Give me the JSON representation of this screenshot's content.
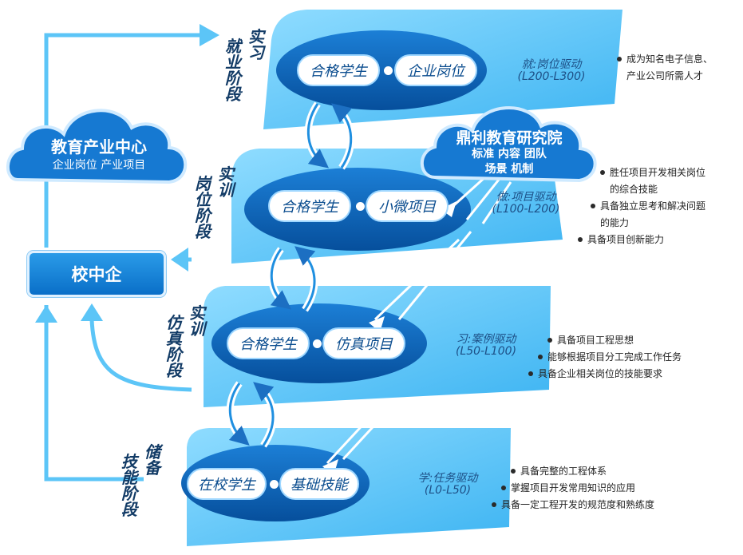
{
  "edu_center": {
    "title": "教育产业中心",
    "subtitle": "企业岗位  产业项目"
  },
  "campus_enterprise": "校中企",
  "institute": {
    "title": "鼎利教育研究院",
    "line1": "标准  内容  团队",
    "line2": "场景  机制"
  },
  "stages": [
    {
      "label_cols": [
        "实习",
        "就业阶段"
      ],
      "left": "合格学生",
      "right": "企业岗位",
      "note1": "就:岗位驱动",
      "note2": "(L200-L300)",
      "bullets": [
        "成为知名电子信息、",
        "产业公司所需人才"
      ]
    },
    {
      "label_cols": [
        "实训",
        "岗位阶段"
      ],
      "left": "合格学生",
      "right": "小微项目",
      "note1": "做:项目驱动",
      "note2": "(L100-L200)",
      "bullets": [
        "胜任项目开发相关岗位",
        "的综合技能",
        "具备独立思考和解决问题",
        "的能力",
        "具备项目创新能力"
      ]
    },
    {
      "label_cols": [
        "实训",
        "仿真阶段"
      ],
      "left": "合格学生",
      "right": "仿真项目",
      "note1": "习:案例驱动",
      "note2": "(L50-L100)",
      "bullets": [
        "具备项目工程思想",
        "能够根据项目分工完成工作任务",
        "具备企业相关岗位的技能要求"
      ]
    },
    {
      "label_cols": [
        "储备",
        "技能阶段"
      ],
      "left": "在校学生",
      "right": "基础技能",
      "note1": "学:任务驱动",
      "note2": "(L0-L50)",
      "bullets": [
        "具备完整的工程体系",
        "掌握项目开发常用知识的应用",
        "具备一定工程开发的规范度和熟练度"
      ]
    }
  ],
  "colors": {
    "panel": "#5cc5f7",
    "ellipse": "#0a63b6",
    "accent": "#1f8fe0"
  }
}
